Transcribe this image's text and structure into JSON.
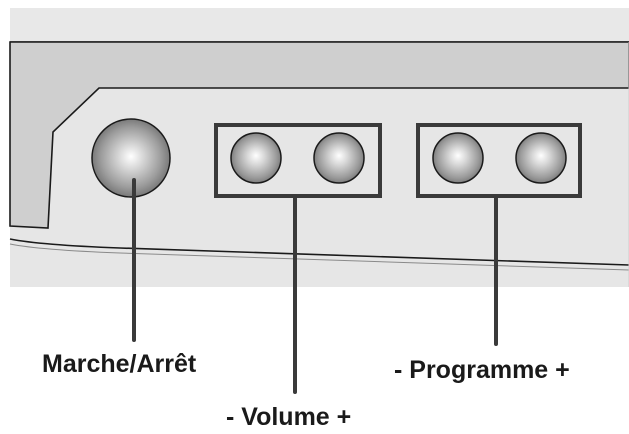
{
  "labels": {
    "power": "Marche/Arrêt",
    "volume": "- Volume +",
    "program": "- Programme +"
  },
  "buttons": [
    {
      "name": "power-button",
      "group": "power"
    },
    {
      "name": "volume-down-button",
      "group": "volume"
    },
    {
      "name": "volume-up-button",
      "group": "volume"
    },
    {
      "name": "program-down-button",
      "group": "program"
    },
    {
      "name": "program-up-button",
      "group": "program"
    }
  ],
  "colors": {
    "panel_top": "#e8e8e8",
    "panel_face": "#cfcfcf",
    "panel_edge": "#1a1a1a",
    "button_light": "#ffffff",
    "button_dark": "#6e6e6e",
    "leader_line": "#3a3a3a"
  }
}
